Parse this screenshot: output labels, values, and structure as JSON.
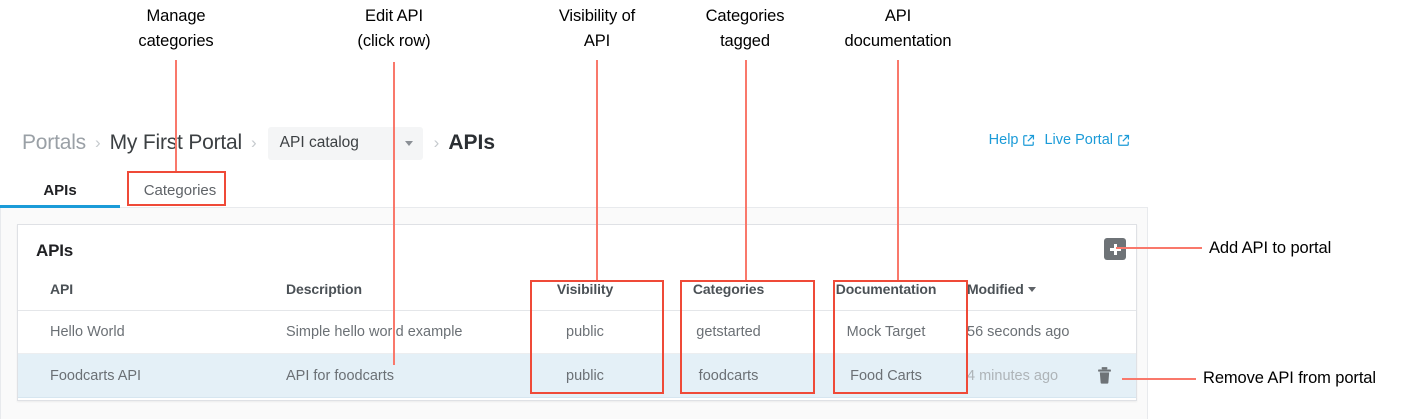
{
  "annotations": {
    "accent_color": "#f9786b",
    "box_color": "#ef4a38",
    "top": [
      {
        "name": "manage-categories",
        "text": "Manage\ncategories"
      },
      {
        "name": "edit-api",
        "text": "Edit API\n(click row)"
      },
      {
        "name": "visibility-of-api",
        "text": "Visibility of\nAPI"
      },
      {
        "name": "categories-tagged",
        "text": "Categories\ntagged"
      },
      {
        "name": "api-documentation",
        "text": "API\ndocumentation"
      }
    ],
    "right": [
      {
        "name": "add-api-to-portal",
        "text": "Add API to portal"
      },
      {
        "name": "remove-api-from-portal",
        "text": "Remove API from portal"
      }
    ]
  },
  "breadcrumb": {
    "portals": "Portals",
    "portal_name": "My First Portal",
    "separator": "›",
    "catalog_select": "API catalog",
    "current": "APIs"
  },
  "top_links": [
    {
      "label": "Help",
      "icon": "external-link-icon",
      "color": "#1b9bd8"
    },
    {
      "label": "Live Portal",
      "icon": "external-link-icon",
      "color": "#1b9bd8"
    }
  ],
  "tabs": [
    {
      "label": "APIs",
      "active": true
    },
    {
      "label": "Categories",
      "active": false
    }
  ],
  "card": {
    "title": "APIs",
    "add_button_icon": "plus-icon",
    "add_button_label": "+"
  },
  "table": {
    "columns": [
      {
        "key": "api",
        "label": "API"
      },
      {
        "key": "description",
        "label": "Description"
      },
      {
        "key": "visibility",
        "label": "Visibility"
      },
      {
        "key": "categories",
        "label": "Categories"
      },
      {
        "key": "documentation",
        "label": "Documentation"
      },
      {
        "key": "modified",
        "label": "Modified",
        "sorted": true,
        "sort_icon": "caret-down-icon"
      }
    ],
    "rows": [
      {
        "api": "Hello World",
        "description": "Simple hello world example",
        "visibility": "public",
        "categories": "getstarted",
        "documentation": "Mock Target",
        "modified": "56 seconds ago",
        "selected": false,
        "has_delete": false
      },
      {
        "api": "Foodcarts API",
        "description": "API for foodcarts",
        "visibility": "public",
        "categories": "foodcarts",
        "documentation": "Food Carts",
        "modified": "4 minutes ago",
        "selected": true,
        "has_delete": true,
        "delete_icon": "trash-icon"
      }
    ]
  }
}
